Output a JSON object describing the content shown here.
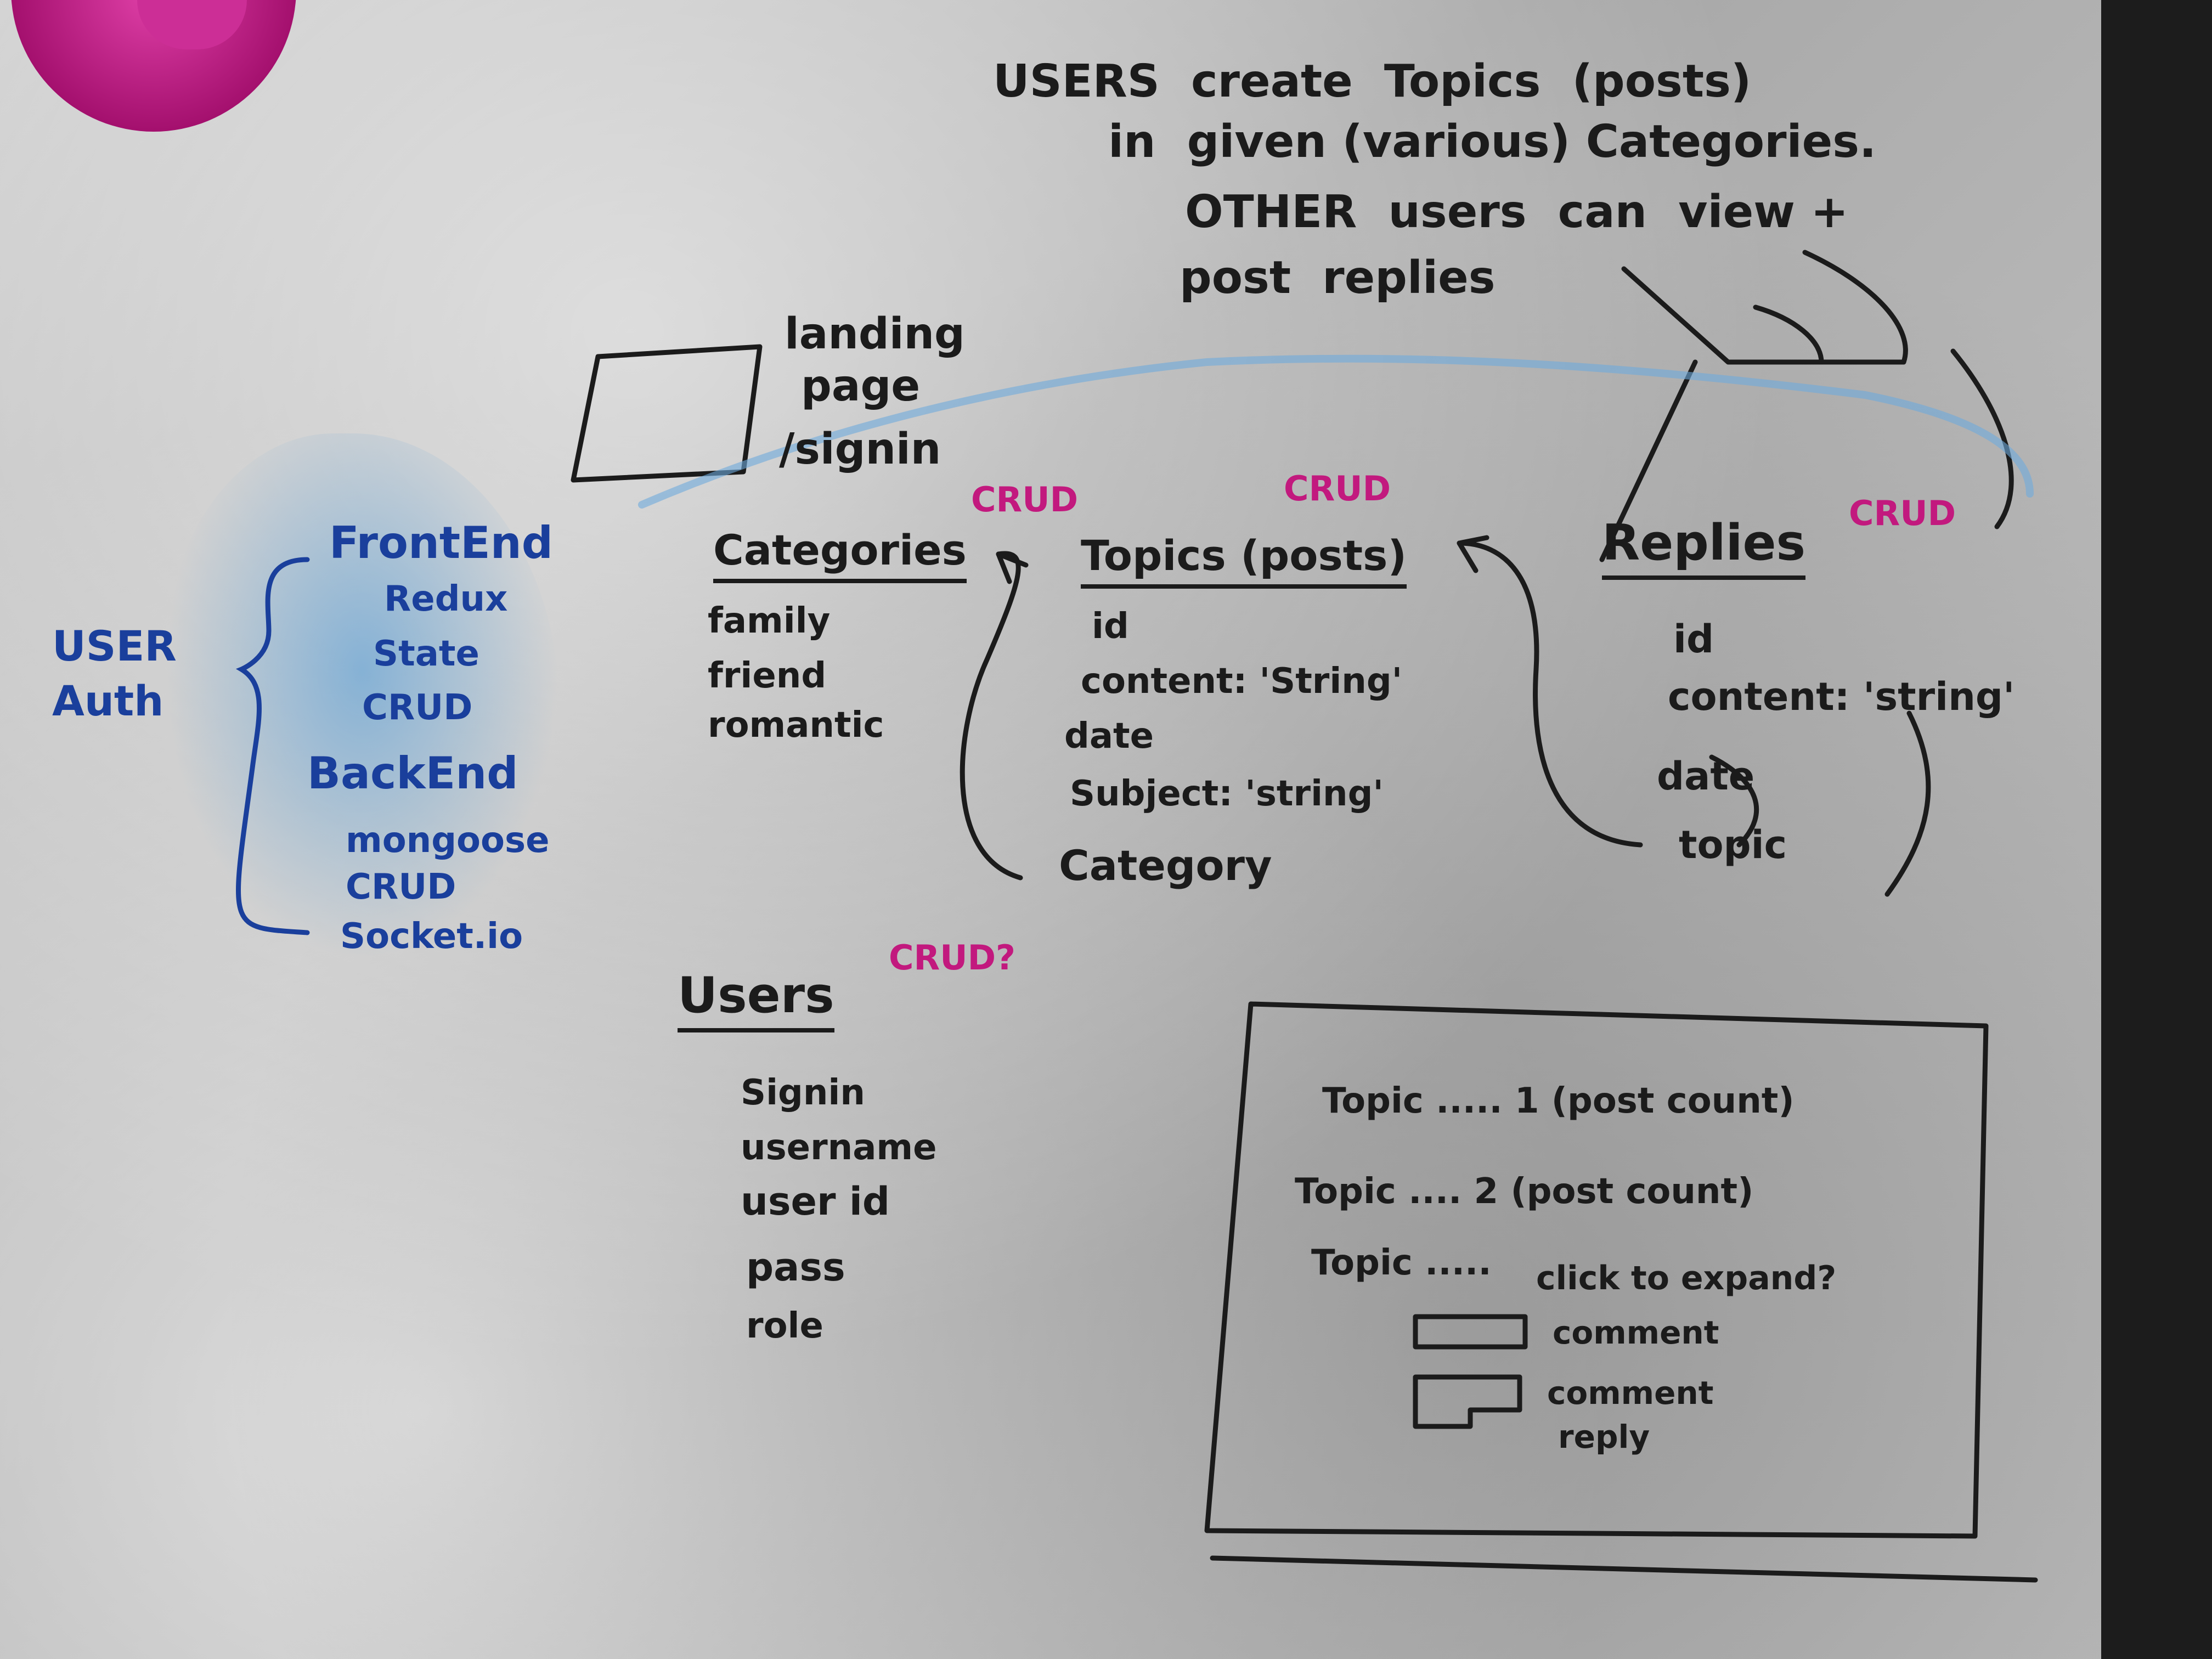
{
  "intro": {
    "line1": "USERS  create  Topics  (posts)",
    "line2": "in  given (various) Categories.",
    "line3": "OTHER  users  can  view +",
    "line4": "post  replies"
  },
  "landing": {
    "line1": "landing",
    "line2": "page",
    "line3": "/signin"
  },
  "auth": {
    "title_line1": "USER",
    "title_line2": "Auth",
    "frontend": {
      "title": "FrontEnd",
      "items": [
        "Redux",
        "State",
        "CRUD"
      ]
    },
    "backend": {
      "title": "BackEnd",
      "items": [
        "mongoose",
        "CRUD",
        "Socket.io"
      ]
    }
  },
  "categories": {
    "title": "Categories",
    "badge": "CRUD",
    "items": [
      "family",
      "friend",
      "romantic"
    ]
  },
  "topics": {
    "title": "Topics (posts)",
    "badge": "CRUD",
    "fields": [
      "id",
      "content: 'String'",
      "date",
      "Subject: 'string'",
      "Category"
    ]
  },
  "replies": {
    "title": "Replies",
    "badge": "CRUD",
    "fields": [
      "id",
      "content: 'string'",
      "date",
      "topic"
    ]
  },
  "users": {
    "title": "Users",
    "badge": "CRUD?",
    "fields": [
      "Signin",
      "username",
      "user id",
      "pass",
      "role"
    ]
  },
  "mockup": {
    "row1": "Topic ..... 1 (post count)",
    "row2": "Topic .... 2 (post count)",
    "row3_label": "Topic .....",
    "row3_hint": "click to expand?",
    "comment1": "comment",
    "comment2": "comment",
    "reply": "reply"
  },
  "colors": {
    "ink_black": "#1b1b1b",
    "ink_blue": "#1a3f9c",
    "ink_pink": "#c2197e",
    "board": "#b5b5b5"
  }
}
